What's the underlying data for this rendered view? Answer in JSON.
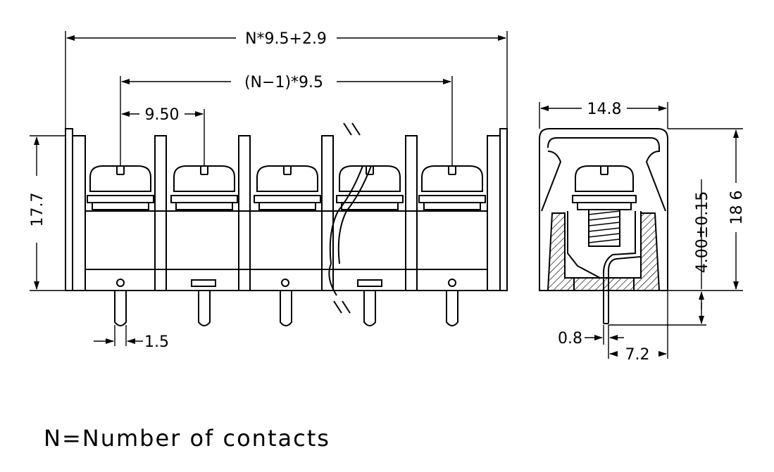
{
  "drawing": {
    "dimensions": {
      "overall_width": "N*9.5+2.9",
      "end_pitch": "(N−1)*9.5",
      "pitch": "9.50",
      "height_front": "17.7",
      "pin_width": "1.5",
      "side_width": "14.8",
      "side_height": "18 6",
      "pin_length": "4.00±0.15",
      "pin_thickness": "0.8",
      "pin_offset": "7.2"
    },
    "note": "N=Number of contacts"
  }
}
